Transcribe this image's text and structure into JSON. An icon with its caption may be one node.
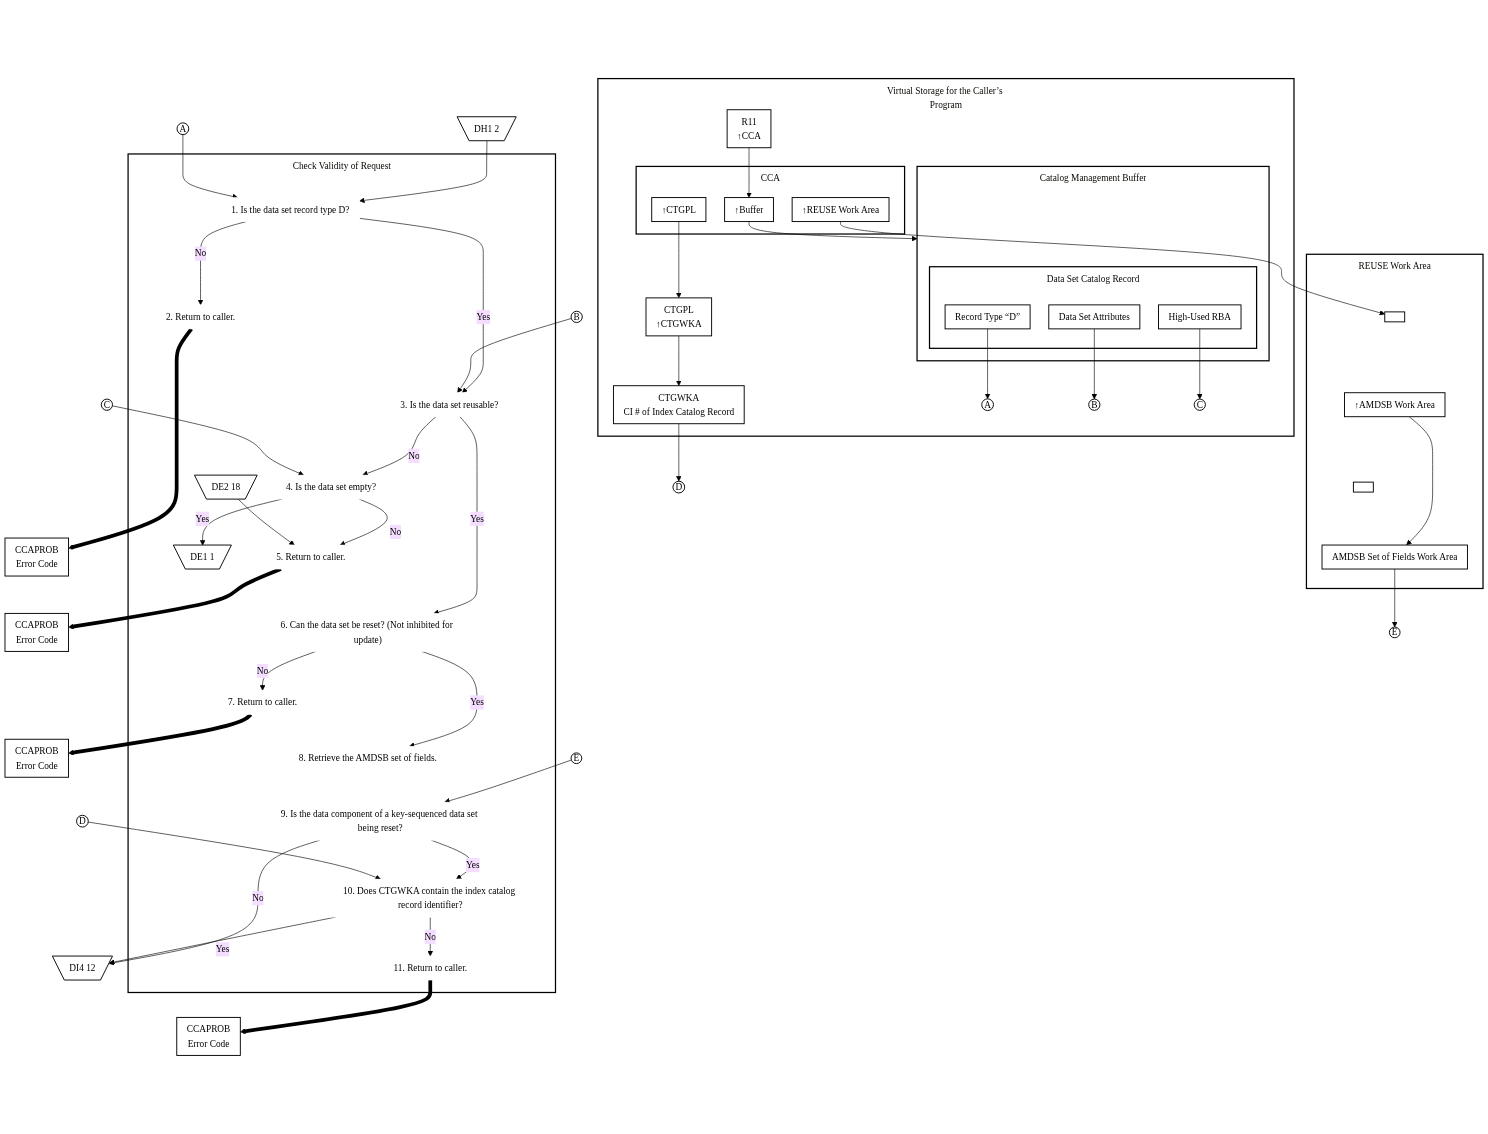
{
  "diagram": {
    "nodes": [
      {
        "text": [
          "Virtual Storage for the Caller’s Program"
        ]
      },
      {
        "text": [
          "R11",
          "↑CCA"
        ],
        "in": 0
      },
      {
        "text": [
          "CCA"
        ],
        "in": 0
      },
      {
        "text": [
          "↑Buffer"
        ],
        "in": 2
      },
      {
        "text": [
          "↑CTGPL"
        ],
        "in": 2
      },
      {
        "text": [
          "↑REUSE Work Area"
        ],
        "in": 2
      },
      {
        "text": [
          "CTGPL",
          "↑CTGWKA"
        ],
        "in": 0
      },
      {
        "text": [
          "CTGWKA",
          "CI # of Index Catalog Record"
        ],
        "in": 0
      },
      {
        "text": [
          "Catalog Management Buffer"
        ],
        "in": 0
      },
      {
        "text": [
          "Data Set Catalog Record"
        ],
        "in": 8
      },
      {
        "text": [
          "Record Type “D”"
        ],
        "in": 9
      },
      {
        "text": [
          "Data Set Attributes"
        ],
        "in": 9
      },
      {
        "text": [
          "High-Used RBA"
        ],
        "in": 9
      },
      {
        "text": [
          "A"
        ],
        "in": 0
      },
      {
        "text": [
          "B"
        ],
        "in": 0
      },
      {
        "text": [
          "C"
        ],
        "in": 0
      },
      {
        "text": [
          "REUSE Work Area"
        ]
      },
      {
        "text": [],
        "shape": "box",
        "in": 16
      },
      {
        "text": [
          "↑AMDSB Work Area"
        ],
        "in": 16
      },
      {
        "text": [],
        "shape": "box",
        "in": 16
      },
      {
        "text": [
          "AMDSB Set of Fields Work Area"
        ],
        "in": 16
      },
      {
        "text": [
          "E"
        ]
      },
      {
        "text": [
          "DH1 2"
        ]
      },
      {
        "text": [
          "Check Validity of Request"
        ]
      },
      {
        "text": [
          "A"
        ]
      },
      {
        "text": [
          "1. Is the data set record type D?"
        ],
        "in": 23
      },
      {
        "text": [
          "2. Return to caller."
        ],
        "in": 23
      },
      {
        "text": [
          "CCAPROB",
          "Error Code"
        ]
      },
      {
        "text": [
          "B"
        ]
      },
      {
        "text": [
          "3. Is the data set reusable?"
        ],
        "in": 23
      },
      {
        "text": [
          "C"
        ]
      },
      {
        "text": [
          "4. Is the data set empty?"
        ],
        "in": 23
      },
      {
        "text": [
          "DE1 1"
        ],
        "in": 23
      },
      {
        "text": [
          "DE2 18"
        ],
        "in": 23
      },
      {
        "text": [
          "5. Return to caller."
        ],
        "in": 23
      },
      {
        "text": [
          "CCAPROB",
          "Error Code"
        ]
      },
      {
        "text": [
          "D"
        ]
      },
      {
        "text": [
          "6. Can the data set be reset? (Not inhibited for update)"
        ],
        "in": 23
      },
      {
        "text": [
          "7. Return to caller."
        ],
        "in": 23
      },
      {
        "text": [
          "CCAPROB",
          "Error Code"
        ]
      },
      {
        "text": [
          "8. Retrieve the AMDSB set of fields."
        ],
        "in": 23
      },
      {
        "text": [
          "E"
        ]
      },
      {
        "text": [
          "9. Is the data component of a key-sequenced data set being reset?"
        ],
        "in": 23
      },
      {
        "text": [
          "D"
        ]
      },
      {
        "text": [
          "10. Does CTGWKA contain the index catalog record identifier?"
        ],
        "in": 23
      },
      {
        "text": [
          "11. Return to caller."
        ],
        "in": 23
      },
      {
        "text": [
          "CCAPROB",
          "Error Code"
        ]
      },
      {
        "text": [
          "DI4 12"
        ]
      }
    ],
    "edges": [
      {
        "from": 1,
        "to": 3,
        "arrow": "to"
      },
      {
        "from": 3,
        "to": 8,
        "arrow": "to"
      },
      {
        "from": 4,
        "to": 6,
        "arrow": "to"
      },
      {
        "from": 6,
        "to": 7,
        "arrow": "to"
      },
      {
        "from": 5,
        "to": 17,
        "arrow": "to"
      },
      {
        "from": 18,
        "to": 20,
        "arrow": "to"
      },
      {
        "from": 10,
        "to": 13,
        "arrow": "to"
      },
      {
        "from": 11,
        "to": 14,
        "arrow": "to"
      },
      {
        "from": 12,
        "to": 15,
        "arrow": "to"
      },
      {
        "from": 7,
        "to": 36,
        "arrow": "to"
      },
      {
        "from": 20,
        "to": 21,
        "arrow": "to"
      },
      {
        "from": 22,
        "to": 25,
        "arrow": "to"
      },
      {
        "from": 24,
        "to": 25,
        "arrow": "to"
      },
      {
        "from": 25,
        "to": 29,
        "label": "Yes",
        "arrow": "to"
      },
      {
        "from": 25,
        "to": 26,
        "label": "No",
        "arrow": "to"
      },
      {
        "from": 26,
        "to": 27,
        "arrow": "to",
        "style": "thick"
      },
      {
        "from": 28,
        "to": 29,
        "arrow": "to"
      },
      {
        "from": 29,
        "to": 37,
        "label": "Yes",
        "arrow": "to"
      },
      {
        "from": 29,
        "to": 31,
        "label": "No",
        "arrow": "to"
      },
      {
        "from": 30,
        "to": 31,
        "arrow": "to"
      },
      {
        "from": 31,
        "to": 32,
        "label": "Yes",
        "arrow": "to"
      },
      {
        "from": 31,
        "to": 34,
        "label": "No",
        "arrow": "to"
      },
      {
        "from": 33,
        "to": 34,
        "arrow": "to"
      },
      {
        "from": 34,
        "to": 35,
        "arrow": "to",
        "style": "thick"
      },
      {
        "from": 37,
        "to": 40,
        "label": "Yes",
        "arrow": "to"
      },
      {
        "from": 37,
        "to": 38,
        "label": "No",
        "arrow": "to"
      },
      {
        "from": 38,
        "to": 39,
        "arrow": "to",
        "style": "thick"
      },
      {
        "from": 41,
        "to": 42,
        "arrow": "to"
      },
      {
        "from": 42,
        "to": 47,
        "label": "No",
        "arrow": "to"
      },
      {
        "from": 42,
        "to": 44,
        "label": "Yes",
        "arrow": "to"
      },
      {
        "from": 43,
        "to": 44,
        "arrow": "to"
      },
      {
        "from": 44,
        "to": 47,
        "label": "Yes",
        "arrow": "to"
      },
      {
        "from": 44,
        "to": 45,
        "label": "No",
        "arrow": "to"
      },
      {
        "from": 45,
        "to": 46,
        "arrow": "to",
        "style": "thick"
      }
    ]
  }
}
